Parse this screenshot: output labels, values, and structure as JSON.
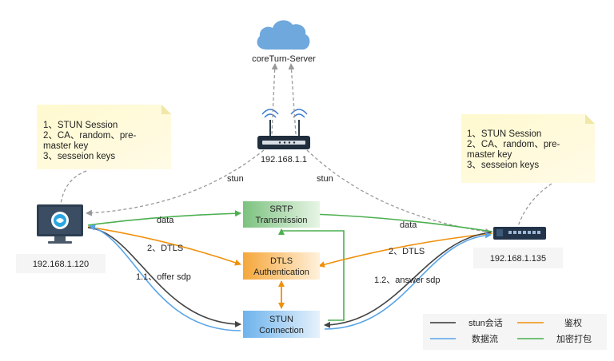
{
  "server": {
    "label": "coreTurn-Server"
  },
  "router": {
    "ip": "192.168.1.1"
  },
  "client_left": {
    "ip": "192.168.1.120"
  },
  "client_right": {
    "ip": "192.168.1.135"
  },
  "note_left": {
    "lines": [
      "1、STUN Session",
      "2、CA、random、pre-",
      "master key",
      "3、sesseion keys"
    ]
  },
  "note_right": {
    "lines": [
      "1、STUN Session",
      "2、CA、random、pre-",
      "master key",
      "3、sesseion keys"
    ]
  },
  "boxes": {
    "srtp": {
      "line1": "SRTP",
      "line2": "Transmission"
    },
    "dtls": {
      "line1": "DTLS",
      "line2": "Authentication"
    },
    "stun": {
      "line1": "STUN",
      "line2": "Connection"
    }
  },
  "edge_labels": {
    "stun_left": "stun",
    "stun_right": "stun",
    "data_left": "data",
    "data_right": "data",
    "dtls_left": "2、DTLS",
    "dtls_right": "2、DTLS",
    "offer": "1.1、offer sdp",
    "answer": "1.2、answer sdp"
  },
  "legend": {
    "stun_session": "stun会话",
    "auth": "鉴权",
    "data_flow": "数据流",
    "encrypt": "加密打包"
  },
  "colors": {
    "stun": "#333333",
    "auth": "#f0900a",
    "data": "#5aa5e8",
    "encrypt": "#4caf50",
    "dashed": "#999999"
  }
}
